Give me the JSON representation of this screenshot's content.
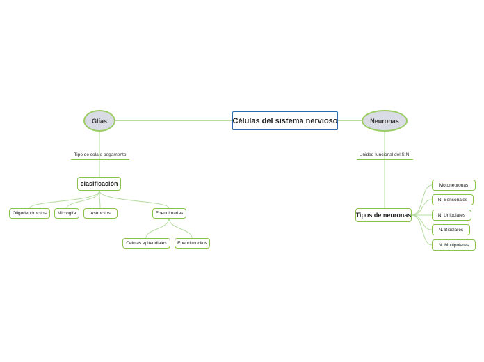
{
  "map": {
    "root": "Células del sistema nervioso",
    "glias": {
      "title": "Glías",
      "connector": "Tipo de cola o pegamento",
      "classification": "clasificación",
      "types": [
        "Oligodendrocitos",
        "Microglía",
        "Astrocitos",
        "Ependimarias"
      ],
      "ependimarias_children": [
        "Células epiteudiales",
        "Ependimocitos"
      ]
    },
    "neuronas": {
      "title": "Neuronas",
      "connector": "Unidad funcional del S.N.",
      "types_title": "Tipos de neuronas",
      "types": [
        "Motoneuronas",
        "N. Sensoriales",
        "N. Unipolares",
        "N. Bipolares",
        "N. Multipolares"
      ]
    }
  },
  "colors": {
    "root_border": "#2b6cb0",
    "node_border": "#8bc34a",
    "ellipse_fill": "#d9dce4",
    "link_green": "#a5d6a7"
  }
}
